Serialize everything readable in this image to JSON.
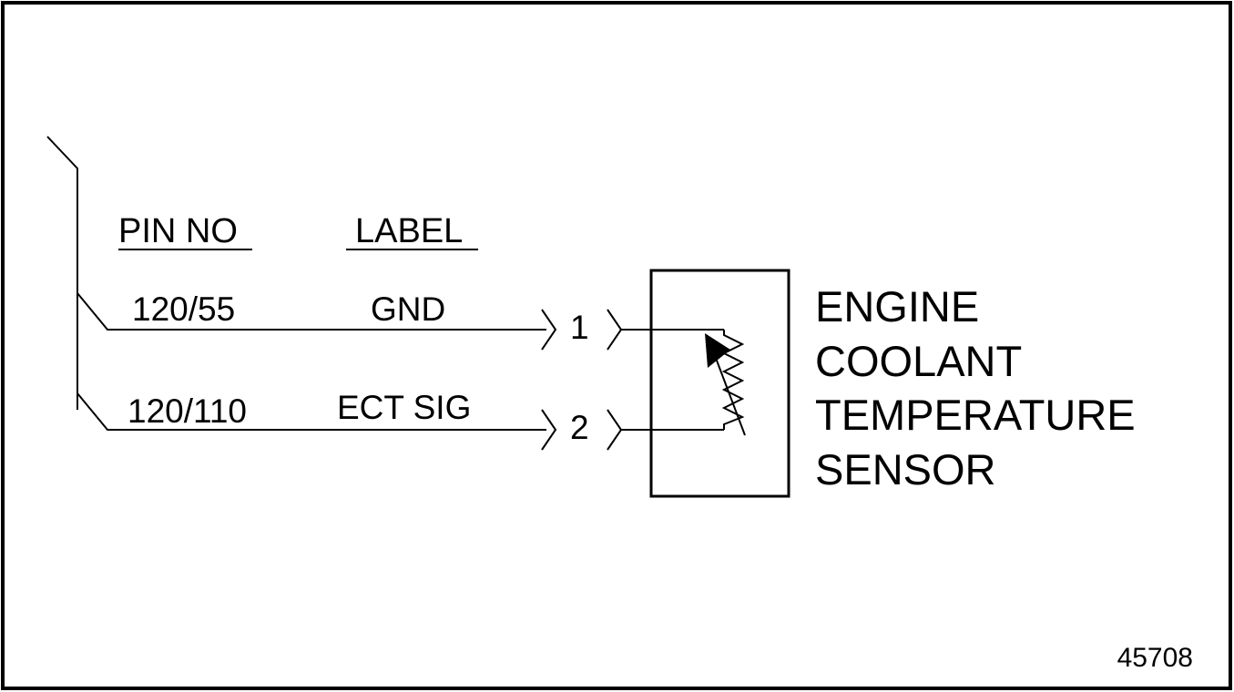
{
  "header": {
    "pin_no": "PIN NO",
    "label": "LABEL"
  },
  "wires": [
    {
      "pin_no": "120/55",
      "label": "GND",
      "connector_pin": "1"
    },
    {
      "pin_no": "120/110",
      "label": "ECT SIG",
      "connector_pin": "2"
    }
  ],
  "component": {
    "title_lines": [
      "ENGINE",
      "COOLANT",
      "TEMPERATURE",
      "SENSOR"
    ],
    "symbol": "variable-resistor"
  },
  "figure_number": "45708",
  "colors": {
    "ink": "#000000",
    "background": "#ffffff"
  }
}
